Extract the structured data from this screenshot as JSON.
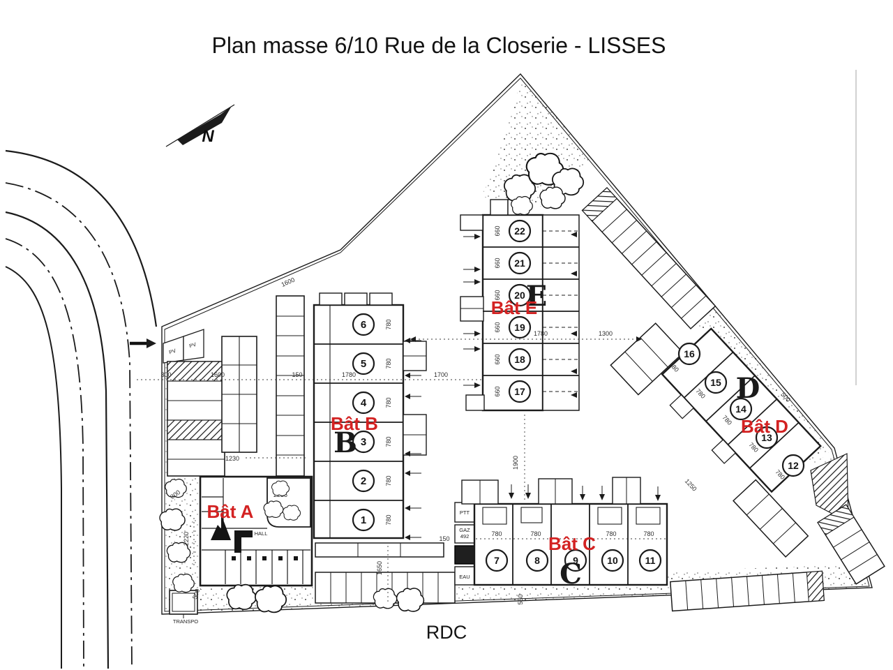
{
  "title": "Plan masse 6/10 Rue de la Closerie - LISSES",
  "floor_label": "RDC",
  "north_label": "N",
  "colors": {
    "building_label_red": "#d32222",
    "ink": "#1b1b1b"
  },
  "buildings": {
    "a": {
      "label": "Bât A",
      "letter": "A",
      "hall": "HALL"
    },
    "b": {
      "label": "Bât B",
      "letter": "B",
      "units": [
        "6",
        "5",
        "4",
        "3",
        "2",
        "1"
      ],
      "unit_depth": "780",
      "width": "1780"
    },
    "c": {
      "label": "Bât C",
      "letter": "C",
      "units": [
        "7",
        "8",
        "9",
        "10",
        "11"
      ],
      "unit_width": "780"
    },
    "d": {
      "label": "Bât D",
      "letter": "D",
      "units": [
        "16",
        "15",
        "14",
        "13",
        "12"
      ],
      "unit_width": "780",
      "depth": "500"
    },
    "e": {
      "label": "Bât E",
      "letter": "E",
      "units": [
        "22",
        "21",
        "20",
        "19",
        "18",
        "17"
      ],
      "unit_depth": "660",
      "width": "1780"
    }
  },
  "utilities": {
    "ptt": "PTT",
    "gaz": "GAZ",
    "gaz_number": "492",
    "eau": "EAU",
    "transformer": "TRANSPO"
  },
  "parking": {
    "pv_left": "PV",
    "pv_right": "PV"
  },
  "dims": {
    "road_to_strip": "300",
    "strips_gap": "1600",
    "strip_to_b": "150",
    "b_to_e": "1700",
    "e_to_d": "1300",
    "e_to_c": "1900",
    "mid_strip_length": "1230",
    "boundary_length": "1600",
    "a_front": "800",
    "a_side": "2220",
    "a_courtyard": "2235",
    "a_walk": "500",
    "c_row": "1650",
    "c_walk": "550",
    "c_service": "150",
    "d_aisle": "1250"
  }
}
